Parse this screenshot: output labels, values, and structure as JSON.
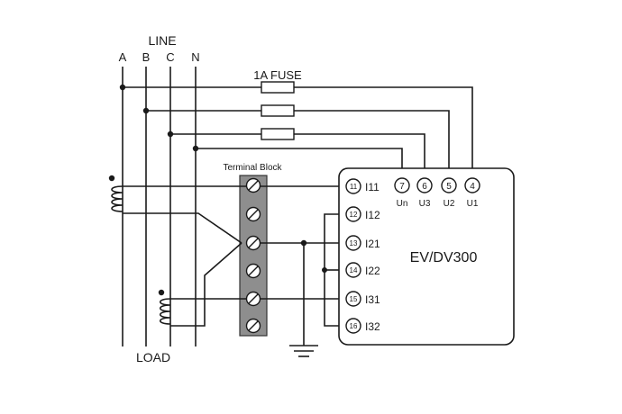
{
  "labels": {
    "line": "LINE",
    "load": "LOAD",
    "fuse": "1A FUSE",
    "terminal_block": "Terminal Block",
    "device": "EV/DV300"
  },
  "phases": [
    "A",
    "B",
    "C",
    "N"
  ],
  "voltage_terminals": [
    {
      "num": "7",
      "name": "Un"
    },
    {
      "num": "6",
      "name": "U3"
    },
    {
      "num": "5",
      "name": "U2"
    },
    {
      "num": "4",
      "name": "U1"
    }
  ],
  "current_terminals": [
    {
      "num": "11",
      "name": "I11"
    },
    {
      "num": "12",
      "name": "I12"
    },
    {
      "num": "13",
      "name": "I21"
    },
    {
      "num": "14",
      "name": "I22"
    },
    {
      "num": "15",
      "name": "I31"
    },
    {
      "num": "16",
      "name": "I32"
    }
  ]
}
